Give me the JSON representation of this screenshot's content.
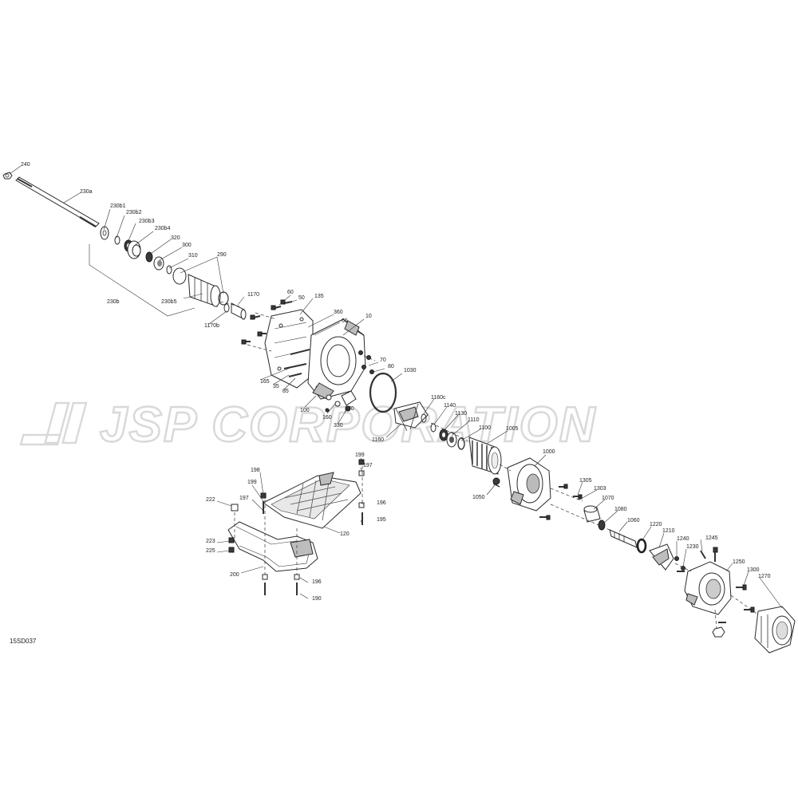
{
  "watermark": "JSP CORPORATION",
  "diagram_code": "15SD037",
  "labels": [
    {
      "id": "240",
      "text": "240"
    },
    {
      "id": "230a",
      "text": "230a"
    },
    {
      "id": "230b1",
      "text": "230b1"
    },
    {
      "id": "230b2",
      "text": "230b2"
    },
    {
      "id": "230b3",
      "text": "230b3"
    },
    {
      "id": "230b4",
      "text": "230b4"
    },
    {
      "id": "320",
      "text": "320"
    },
    {
      "id": "300",
      "text": "300"
    },
    {
      "id": "310",
      "text": "310"
    },
    {
      "id": "290",
      "text": "290"
    },
    {
      "id": "230b",
      "text": "230b"
    },
    {
      "id": "230b5",
      "text": "230b5"
    },
    {
      "id": "1170",
      "text": "1170"
    },
    {
      "id": "1170b",
      "text": "1170b"
    },
    {
      "id": "60",
      "text": "60"
    },
    {
      "id": "50",
      "text": "50"
    },
    {
      "id": "135",
      "text": "135"
    },
    {
      "id": "360",
      "text": "360"
    },
    {
      "id": "65",
      "text": "65"
    },
    {
      "id": "10",
      "text": "10"
    },
    {
      "id": "70",
      "text": "70"
    },
    {
      "id": "80",
      "text": "80"
    },
    {
      "id": "1030",
      "text": "1030"
    },
    {
      "id": "165",
      "text": "165"
    },
    {
      "id": "35",
      "text": "35"
    },
    {
      "id": "85",
      "text": "85"
    },
    {
      "id": "100",
      "text": "100"
    },
    {
      "id": "160",
      "text": "160"
    },
    {
      "id": "170",
      "text": "170"
    },
    {
      "id": "330",
      "text": "330"
    },
    {
      "id": "1160c",
      "text": "1160c"
    },
    {
      "id": "1140",
      "text": "1140"
    },
    {
      "id": "1130",
      "text": "1130"
    },
    {
      "id": "1110",
      "text": "1110"
    },
    {
      "id": "1100",
      "text": "1100"
    },
    {
      "id": "1005",
      "text": "1005"
    },
    {
      "id": "1160",
      "text": "1160"
    },
    {
      "id": "1000",
      "text": "1000"
    },
    {
      "id": "1050",
      "text": "1050"
    },
    {
      "id": "1305",
      "text": "1305"
    },
    {
      "id": "1303",
      "text": "1303"
    },
    {
      "id": "1070",
      "text": "1070"
    },
    {
      "id": "1080",
      "text": "1080"
    },
    {
      "id": "1060",
      "text": "1060"
    },
    {
      "id": "1220",
      "text": "1220"
    },
    {
      "id": "1210",
      "text": "1210"
    },
    {
      "id": "1240",
      "text": "1240"
    },
    {
      "id": "1230",
      "text": "1230"
    },
    {
      "id": "1245",
      "text": "1245"
    },
    {
      "id": "1250",
      "text": "1250"
    },
    {
      "id": "1300",
      "text": "1300"
    },
    {
      "id": "1270",
      "text": "1270"
    },
    {
      "id": "198",
      "text": "198"
    },
    {
      "id": "199a",
      "text": "199"
    },
    {
      "id": "197a",
      "text": "197"
    },
    {
      "id": "222",
      "text": "222"
    },
    {
      "id": "199b",
      "text": "199"
    },
    {
      "id": "197b",
      "text": "197"
    },
    {
      "id": "196a",
      "text": "196"
    },
    {
      "id": "195",
      "text": "195"
    },
    {
      "id": "120",
      "text": "120"
    },
    {
      "id": "223",
      "text": "223"
    },
    {
      "id": "225",
      "text": "225"
    },
    {
      "id": "200",
      "text": "200"
    },
    {
      "id": "196b",
      "text": "196"
    },
    {
      "id": "190",
      "text": "190"
    }
  ]
}
